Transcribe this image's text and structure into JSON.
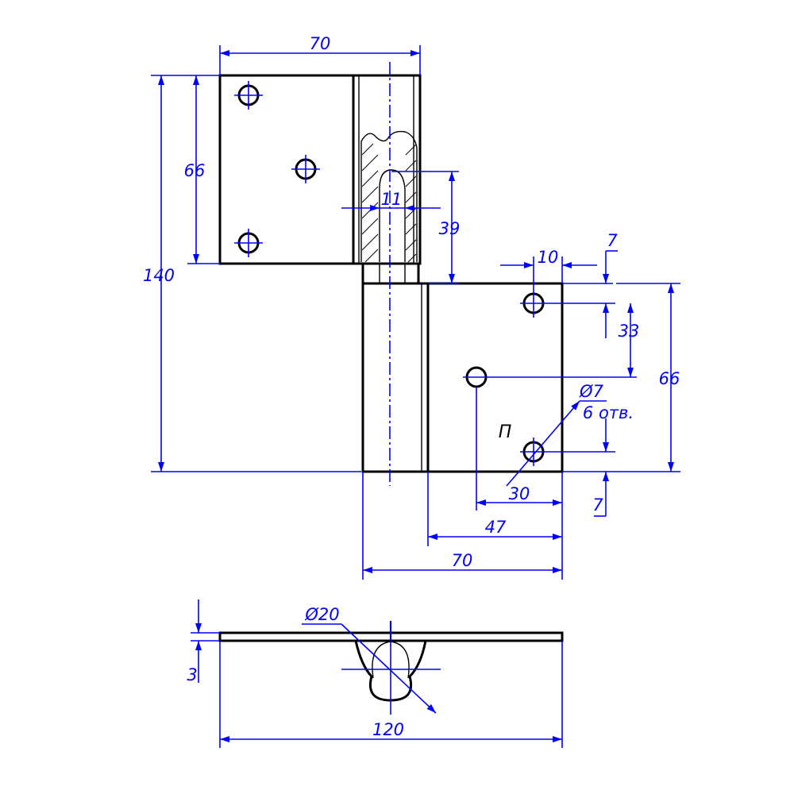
{
  "colors": {
    "outline": "#000000",
    "dimension": "#0000ff",
    "background": "#ffffff"
  },
  "dimensions": {
    "top_width": "70",
    "overall_height": "140",
    "top_leaf_height": "66",
    "pin_diameter": "11",
    "pin_length": "39",
    "hole_offset_x": "10",
    "hole_offset_top": "7",
    "hole_spacing": "33",
    "bottom_leaf_height": "66",
    "hole_diameter": "Ø7",
    "hole_count": "6 отв.",
    "hole_offset_30": "30",
    "hole_offset_bottom": "7",
    "leaf_width_47": "47",
    "bottom_width": "70",
    "thickness": "3",
    "knuckle_diameter": "Ø20",
    "total_width": "120"
  },
  "notes": {
    "view_label": "П"
  }
}
